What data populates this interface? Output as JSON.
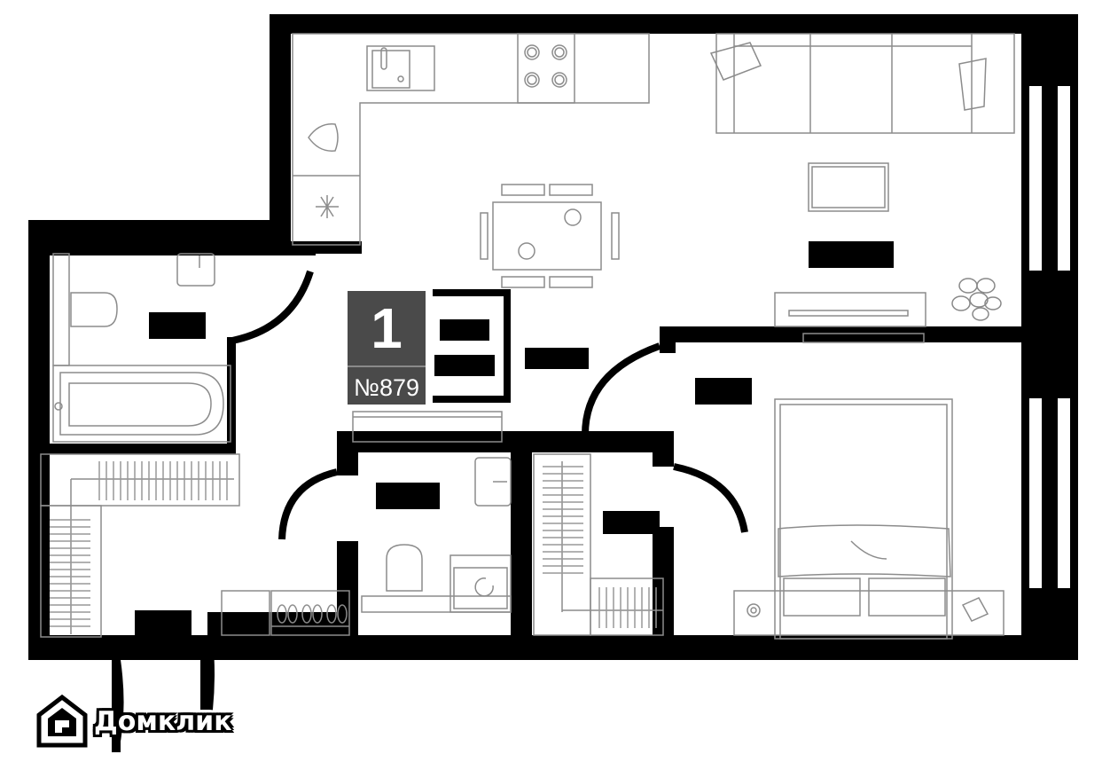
{
  "plan": {
    "type": "apartment floor plan",
    "rooms_count_badge": "1",
    "apartment_number": "№879",
    "area_labels_redacted": true,
    "rooms": [
      {
        "name": "kitchen-living",
        "label": "redacted"
      },
      {
        "name": "bedroom",
        "label": "redacted"
      },
      {
        "name": "bathroom",
        "label": "redacted"
      },
      {
        "name": "toilet",
        "label": "redacted"
      },
      {
        "name": "hallway",
        "label": "redacted"
      },
      {
        "name": "corridor",
        "label": "redacted"
      },
      {
        "name": "wardrobe",
        "label": "redacted"
      },
      {
        "name": "total-area",
        "label": "redacted"
      }
    ]
  },
  "logo": {
    "text": "Домклик"
  },
  "colors": {
    "wall": "#000000",
    "furniture_line": "#8c8c8c",
    "badge_bg": "#4a4a4a",
    "background": "#ffffff"
  }
}
